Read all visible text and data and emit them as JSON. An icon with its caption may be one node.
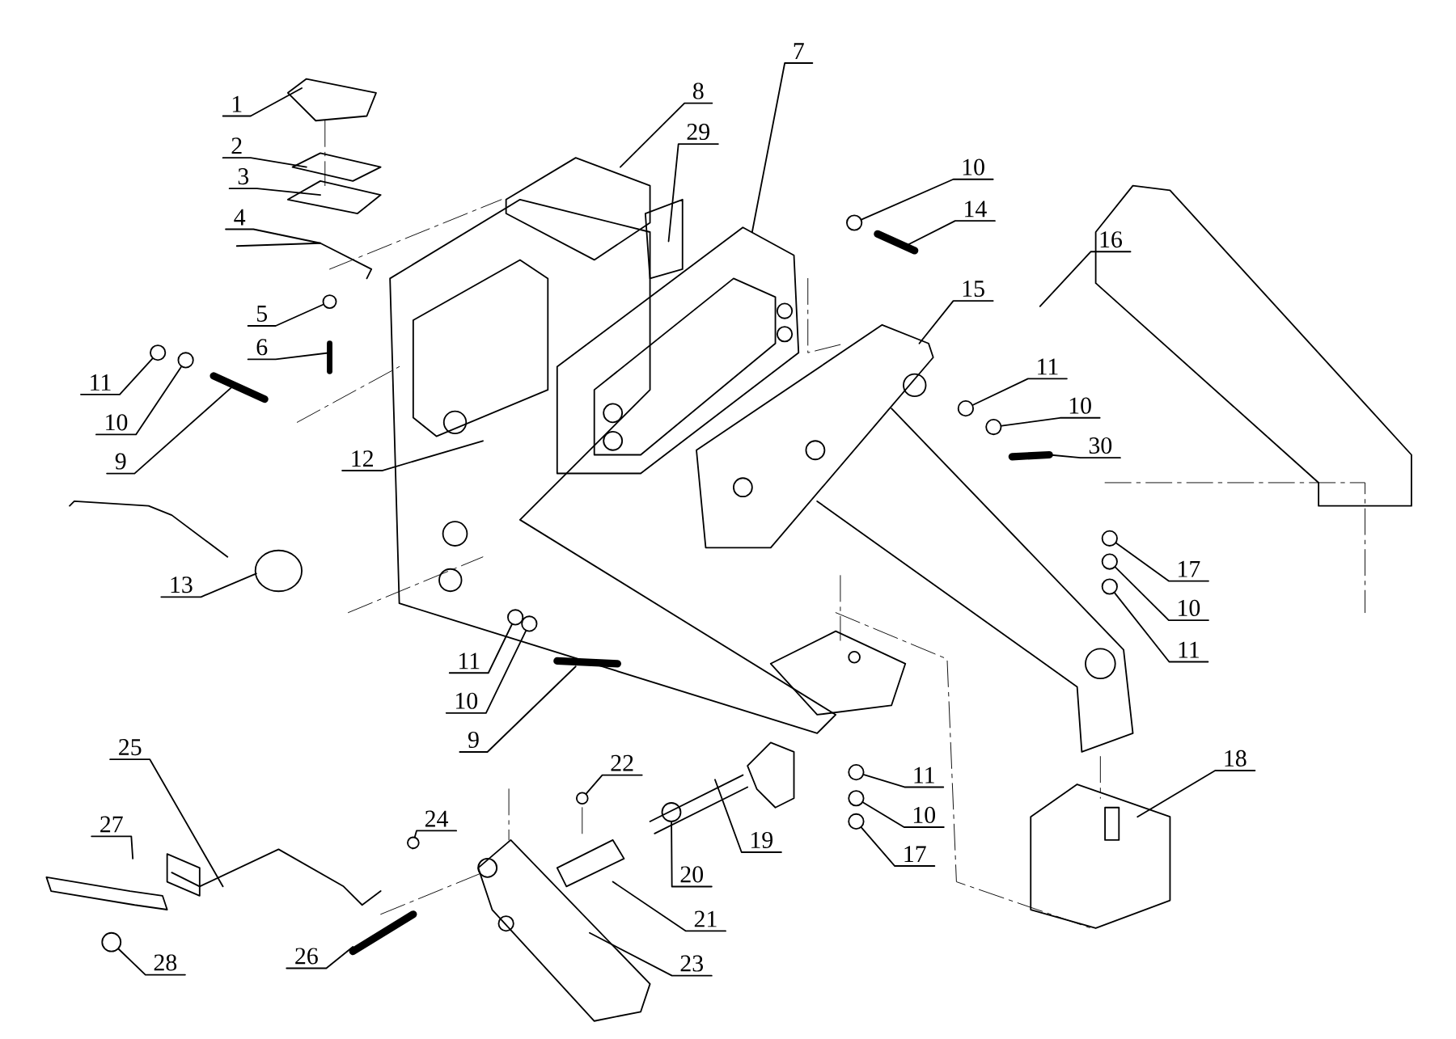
{
  "diagram": {
    "nodes": [
      {
        "text": [
          "1"
        ]
      },
      {
        "text": [
          "2"
        ]
      },
      {
        "text": [
          "3"
        ]
      },
      {
        "text": [
          "4"
        ]
      },
      {
        "text": [
          "5"
        ]
      },
      {
        "text": [
          "6"
        ]
      },
      {
        "text": [
          "11"
        ]
      },
      {
        "text": [
          "10"
        ]
      },
      {
        "text": [
          "9"
        ]
      },
      {
        "text": [
          "12"
        ]
      },
      {
        "text": [
          "13"
        ]
      },
      {
        "text": [
          "8"
        ]
      },
      {
        "text": [
          "29"
        ]
      },
      {
        "text": [
          "7"
        ]
      },
      {
        "text": [
          "10"
        ]
      },
      {
        "text": [
          "14"
        ]
      },
      {
        "text": [
          "16"
        ]
      },
      {
        "text": [
          "15"
        ]
      },
      {
        "text": [
          "11"
        ]
      },
      {
        "text": [
          "10"
        ]
      },
      {
        "text": [
          "30"
        ]
      },
      {
        "text": [
          "17"
        ]
      },
      {
        "text": [
          "10"
        ]
      },
      {
        "text": [
          "11"
        ]
      },
      {
        "text": [
          "11"
        ]
      },
      {
        "text": [
          "10"
        ]
      },
      {
        "text": [
          "9"
        ]
      },
      {
        "text": [
          "11"
        ]
      },
      {
        "text": [
          "10"
        ]
      },
      {
        "text": [
          "17"
        ]
      },
      {
        "text": [
          "18"
        ]
      },
      {
        "text": [
          "19"
        ]
      },
      {
        "text": [
          "22"
        ]
      },
      {
        "text": [
          "20"
        ]
      },
      {
        "text": [
          "21"
        ]
      },
      {
        "text": [
          "23"
        ]
      },
      {
        "text": [
          "24"
        ]
      },
      {
        "text": [
          "25"
        ]
      },
      {
        "text": [
          "27"
        ]
      },
      {
        "text": [
          "28"
        ]
      },
      {
        "text": [
          "26"
        ]
      },
      {
        "text": [],
        "shape": "circle"
      },
      {
        "text": [],
        "shape": "circle"
      },
      {
        "text": [],
        "shape": "circle"
      },
      {
        "text": [],
        "shape": "circle"
      },
      {
        "text": [],
        "shape": "circle"
      },
      {
        "text": [],
        "shape": "circle"
      },
      {
        "text": [],
        "shape": "circle"
      },
      {
        "text": [],
        "shape": "circle"
      },
      {
        "text": [],
        "shape": "circle"
      },
      {
        "text": [],
        "shape": "circle"
      },
      {
        "text": [],
        "shape": "circle"
      },
      {
        "text": [],
        "shape": "circle"
      },
      {
        "text": [],
        "shape": "circle"
      },
      {
        "text": [],
        "shape": "circle"
      },
      {
        "text": [],
        "shape": "circle"
      },
      {
        "text": [],
        "shape": "circle"
      },
      {
        "text": [],
        "shape": "circle"
      },
      {
        "text": [],
        "shape": "circle"
      }
    ],
    "edges": [
      {
        "from": 0,
        "to": null,
        "arrow": "none"
      },
      {
        "from": 1,
        "to": null,
        "arrow": "none"
      },
      {
        "from": 2,
        "to": null,
        "arrow": "none"
      },
      {
        "from": 3,
        "to": null,
        "arrow": "none"
      },
      {
        "from": 4,
        "to": 41,
        "arrow": "none"
      },
      {
        "from": 5,
        "to": null,
        "arrow": "none"
      },
      {
        "from": 6,
        "to": 42,
        "arrow": "none"
      },
      {
        "from": 7,
        "to": 43,
        "arrow": "none"
      },
      {
        "from": 8,
        "to": null,
        "arrow": "none"
      },
      {
        "from": 9,
        "to": null,
        "arrow": "none"
      },
      {
        "from": 10,
        "to": null,
        "arrow": "none"
      },
      {
        "from": 11,
        "to": null,
        "arrow": "none"
      },
      {
        "from": 12,
        "to": null,
        "arrow": "none"
      },
      {
        "from": 13,
        "to": null,
        "arrow": "none"
      },
      {
        "from": 14,
        "to": 44,
        "arrow": "none"
      },
      {
        "from": 15,
        "to": null,
        "arrow": "none"
      },
      {
        "from": 16,
        "to": null,
        "arrow": "none"
      },
      {
        "from": 17,
        "to": null,
        "arrow": "none"
      },
      {
        "from": 18,
        "to": 45,
        "arrow": "none"
      },
      {
        "from": 19,
        "to": 46,
        "arrow": "none"
      },
      {
        "from": 20,
        "to": null,
        "arrow": "none"
      },
      {
        "from": 21,
        "to": 47,
        "arrow": "none"
      },
      {
        "from": 22,
        "to": 48,
        "arrow": "none"
      },
      {
        "from": 23,
        "to": 49,
        "arrow": "none"
      },
      {
        "from": 24,
        "to": 50,
        "arrow": "none"
      },
      {
        "from": 25,
        "to": 51,
        "arrow": "none"
      },
      {
        "from": 26,
        "to": null,
        "arrow": "none"
      },
      {
        "from": 27,
        "to": 52,
        "arrow": "none"
      },
      {
        "from": 28,
        "to": 54,
        "arrow": "none"
      },
      {
        "from": 29,
        "to": 56,
        "arrow": "none"
      },
      {
        "from": 30,
        "to": null,
        "arrow": "none"
      },
      {
        "from": 31,
        "to": null,
        "arrow": "none"
      },
      {
        "from": 32,
        "to": 53,
        "arrow": "none"
      },
      {
        "from": 33,
        "to": 55,
        "arrow": "none"
      },
      {
        "from": 34,
        "to": null,
        "arrow": "none"
      },
      {
        "from": 35,
        "to": null,
        "arrow": "none"
      },
      {
        "from": 36,
        "to": 57,
        "arrow": "none"
      },
      {
        "from": 37,
        "to": null,
        "arrow": "none"
      },
      {
        "from": 38,
        "to": null,
        "arrow": "none"
      },
      {
        "from": 39,
        "to": 58,
        "arrow": "none"
      },
      {
        "from": 40,
        "to": null,
        "arrow": "none"
      }
    ]
  }
}
